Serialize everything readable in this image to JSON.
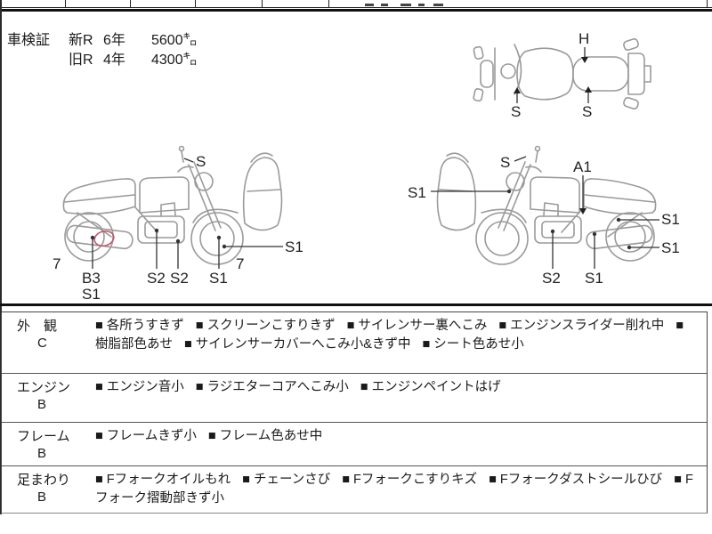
{
  "shaken": {
    "title": "車検証",
    "lines": [
      {
        "era": "新R",
        "year": "6年",
        "distance": "5600㌔"
      },
      {
        "era": "旧R",
        "year": "4年",
        "distance": "4300㌔"
      }
    ]
  },
  "diagram": {
    "top_view": {
      "h": "H",
      "s_front": "S",
      "s_mid": "S"
    },
    "left_bike": {
      "s_handlebar": "S",
      "tread_rear": "7",
      "b3_swingarm": "B3",
      "s1_swingarm": "S1",
      "s2_engine": "S2",
      "s2_exhaust": "S2",
      "s1_front": "S1",
      "tread_front": "7",
      "s1_front_wheel": "S1"
    },
    "right_bike": {
      "s_mirror": "S",
      "s1_front": "S1",
      "a1_seat": "A1",
      "s1_shock": "S1",
      "s1_rear_wheel": "S1",
      "s2_engine": "S2",
      "s1_muffler": "S1"
    }
  },
  "condition": {
    "bullet": "■",
    "rows": [
      {
        "label": "外　観",
        "grade": "C",
        "items": [
          "各所うすきず",
          "スクリーンこすりきず",
          "サイレンサー裏へこみ",
          "エンジンスライダー削れ中",
          "樹脂部色あせ",
          "サイレンサーカバーへこみ小&きず中",
          "シート色あせ小"
        ]
      },
      {
        "label": "エンジン",
        "grade": "B",
        "items": [
          "エンジン音小",
          "ラジエターコアへこみ小",
          "エンジンペイントはげ"
        ]
      },
      {
        "label": "フレーム",
        "grade": "B",
        "items": [
          "フレームきず小",
          "フレーム色あせ中"
        ]
      },
      {
        "label": "足まわり",
        "grade": "B",
        "items": [
          "Fフォークオイルもれ",
          "チェーンさび",
          "Fフォークこすりキズ",
          "Fフォークダストシールひび",
          "Fフォーク摺動部きず小"
        ]
      }
    ]
  }
}
